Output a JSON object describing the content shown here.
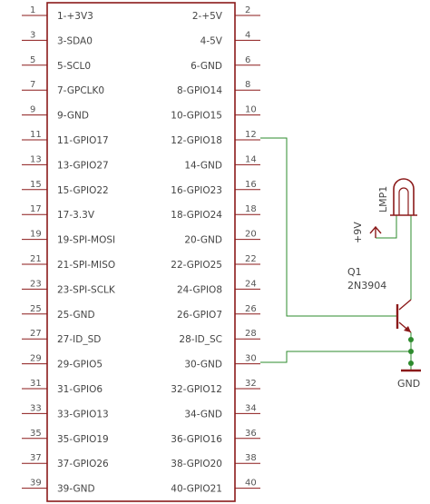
{
  "colors": {
    "outline": "#8b1a1a",
    "wire": "#2e8b2e",
    "junction": "#2e8b2e",
    "pinline": "#8b1a1a",
    "text": "#444444"
  },
  "header": {
    "left_pins": [
      {
        "num": "1",
        "label": "1-+3V3"
      },
      {
        "num": "3",
        "label": "3-SDA0"
      },
      {
        "num": "5",
        "label": "5-SCL0"
      },
      {
        "num": "7",
        "label": "7-GPCLK0"
      },
      {
        "num": "9",
        "label": "9-GND"
      },
      {
        "num": "11",
        "label": "11-GPIO17"
      },
      {
        "num": "13",
        "label": "13-GPIO27"
      },
      {
        "num": "15",
        "label": "15-GPIO22"
      },
      {
        "num": "17",
        "label": "17-3.3V"
      },
      {
        "num": "19",
        "label": "19-SPI-MOSI"
      },
      {
        "num": "21",
        "label": "21-SPI-MISO"
      },
      {
        "num": "23",
        "label": "23-SPI-SCLK"
      },
      {
        "num": "25",
        "label": "25-GND"
      },
      {
        "num": "27",
        "label": "27-ID_SD"
      },
      {
        "num": "29",
        "label": "29-GPIO5"
      },
      {
        "num": "31",
        "label": "31-GPIO6"
      },
      {
        "num": "33",
        "label": "33-GPIO13"
      },
      {
        "num": "35",
        "label": "35-GPIO19"
      },
      {
        "num": "37",
        "label": "37-GPIO26"
      },
      {
        "num": "39",
        "label": "39-GND"
      }
    ],
    "right_pins": [
      {
        "num": "2",
        "label": "2-+5V"
      },
      {
        "num": "4",
        "label": "4-5V"
      },
      {
        "num": "6",
        "label": "6-GND"
      },
      {
        "num": "8",
        "label": "8-GPIO14"
      },
      {
        "num": "10",
        "label": "10-GPIO15"
      },
      {
        "num": "12",
        "label": "12-GPIO18"
      },
      {
        "num": "14",
        "label": "14-GND"
      },
      {
        "num": "16",
        "label": "16-GPIO23"
      },
      {
        "num": "18",
        "label": "18-GPIO24"
      },
      {
        "num": "20",
        "label": "20-GND"
      },
      {
        "num": "22",
        "label": "22-GPIO25"
      },
      {
        "num": "24",
        "label": "24-GPIO8"
      },
      {
        "num": "26",
        "label": "26-GPIO7"
      },
      {
        "num": "28",
        "label": "28-ID_SC"
      },
      {
        "num": "30",
        "label": "30-GND"
      },
      {
        "num": "32",
        "label": "32-GPIO12"
      },
      {
        "num": "34",
        "label": "34-GND"
      },
      {
        "num": "36",
        "label": "36-GPIO16"
      },
      {
        "num": "38",
        "label": "38-GPIO20"
      },
      {
        "num": "40",
        "label": "40-GPIO21"
      }
    ]
  },
  "lamp": {
    "name": "LMP1",
    "supply": "+9V"
  },
  "transistor": {
    "name": "Q1",
    "part": "2N3904"
  },
  "ground": {
    "label": "GND"
  }
}
